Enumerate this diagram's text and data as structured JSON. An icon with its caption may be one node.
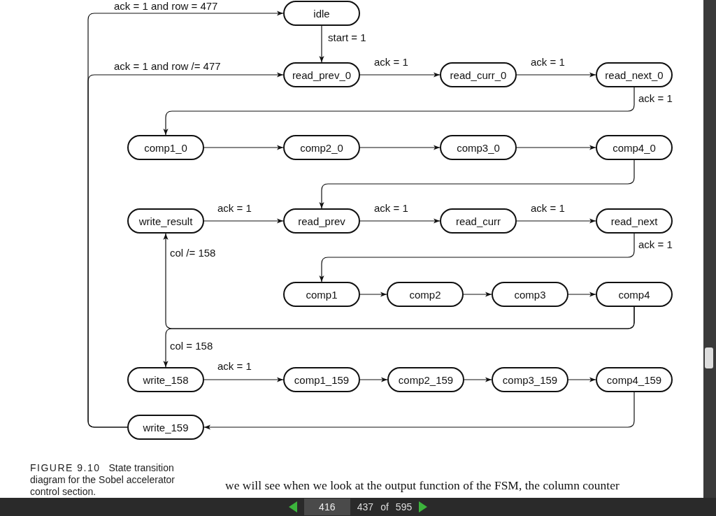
{
  "diagram": {
    "caption": "**FIGURE 9.10** State transition diagram for the Sobel accelerator control section.",
    "nodes": [
      {
        "text": [
          "idle"
        ]
      },
      {
        "text": [
          "read_prev_0"
        ]
      },
      {
        "text": [
          "read_curr_0"
        ]
      },
      {
        "text": [
          "read_next_0"
        ]
      },
      {
        "text": [
          "comp1_0"
        ]
      },
      {
        "text": [
          "comp2_0"
        ]
      },
      {
        "text": [
          "comp3_0"
        ]
      },
      {
        "text": [
          "comp4_0"
        ]
      },
      {
        "text": [
          "write_result"
        ]
      },
      {
        "text": [
          "read_prev"
        ]
      },
      {
        "text": [
          "read_curr"
        ]
      },
      {
        "text": [
          "read_next"
        ]
      },
      {
        "text": [
          "comp1"
        ]
      },
      {
        "text": [
          "comp2"
        ]
      },
      {
        "text": [
          "comp3"
        ]
      },
      {
        "text": [
          "comp4"
        ]
      },
      {
        "text": [
          "write_158"
        ]
      },
      {
        "text": [
          "comp1_159"
        ]
      },
      {
        "text": [
          "comp2_159"
        ]
      },
      {
        "text": [
          "comp3_159"
        ]
      },
      {
        "text": [
          "comp4_159"
        ]
      },
      {
        "text": [
          "write_159"
        ]
      }
    ],
    "edges": [
      {
        "from": 0,
        "to": 1,
        "arrow": "to",
        "label": "start = 1"
      },
      {
        "from": 1,
        "to": 2,
        "arrow": "to",
        "label": "ack = 1"
      },
      {
        "from": 2,
        "to": 3,
        "arrow": "to",
        "label": "ack = 1"
      },
      {
        "from": 3,
        "to": 4,
        "arrow": "to",
        "label": "ack = 1"
      },
      {
        "from": 4,
        "to": 5,
        "arrow": "to"
      },
      {
        "from": 5,
        "to": 6,
        "arrow": "to"
      },
      {
        "from": 6,
        "to": 7,
        "arrow": "to"
      },
      {
        "from": 7,
        "to": 9,
        "arrow": "to"
      },
      {
        "from": 8,
        "to": 9,
        "arrow": "to",
        "label": "ack = 1"
      },
      {
        "from": 9,
        "to": 10,
        "arrow": "to",
        "label": "ack = 1"
      },
      {
        "from": 10,
        "to": 11,
        "arrow": "to",
        "label": "ack = 1"
      },
      {
        "from": 11,
        "to": 12,
        "arrow": "to",
        "label": "ack = 1"
      },
      {
        "from": 12,
        "to": 13,
        "arrow": "to"
      },
      {
        "from": 13,
        "to": 14,
        "arrow": "to"
      },
      {
        "from": 14,
        "to": 15,
        "arrow": "to"
      },
      {
        "from": 15,
        "to": 8,
        "arrow": "to",
        "label": "col /= 158"
      },
      {
        "from": 15,
        "to": 16,
        "arrow": "to",
        "label": "col = 158"
      },
      {
        "from": 16,
        "to": 17,
        "arrow": "to",
        "label": "ack = 1"
      },
      {
        "from": 17,
        "to": 18,
        "arrow": "to"
      },
      {
        "from": 18,
        "to": 19,
        "arrow": "to"
      },
      {
        "from": 19,
        "to": 20,
        "arrow": "to"
      },
      {
        "from": 20,
        "to": 21,
        "arrow": "to"
      },
      {
        "from": 21,
        "to": 0,
        "arrow": "to",
        "label": "ack = 1 and row = 477"
      },
      {
        "from": 21,
        "to": 1,
        "arrow": "to",
        "label": "ack = 1 and row /= 477"
      }
    ],
    "labels": [
      "we will see when we look at the output function of the FSM, the column counter",
      "416",
      "437",
      "of",
      "595"
    ]
  }
}
